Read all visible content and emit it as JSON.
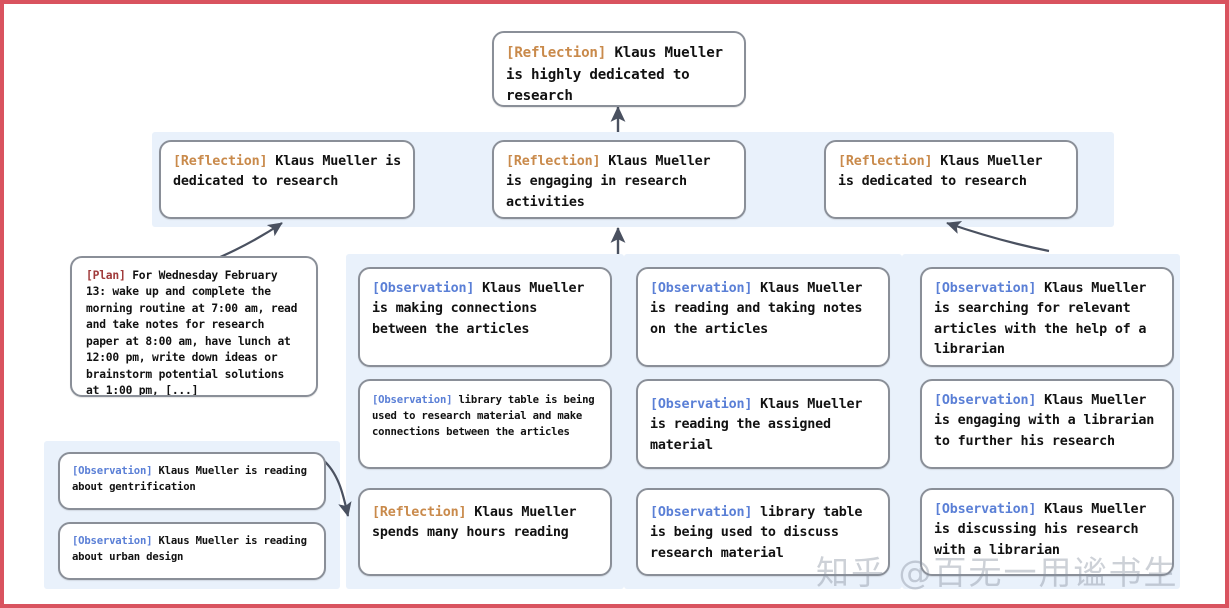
{
  "figure": {
    "title": "Agent memory reflection tree",
    "border_color": "#d9535f",
    "panel_color": "#e9f1fb",
    "node_border_color": "#8a8f98",
    "tag_colors": {
      "Reflection": "#c98a4b",
      "Observation": "#5a7fd6",
      "Plan": "#a03a3a"
    }
  },
  "watermark": {
    "text": "知乎 @百无一用谧书生"
  },
  "root": {
    "tag": "[Reflection]",
    "text": " Klaus Mueller is highly dedicated to research"
  },
  "level2": [
    {
      "tag": "[Reflection]",
      "text": " Klaus Mueller is dedicated to research"
    },
    {
      "tag": "[Reflection]",
      "text": " Klaus Mueller is engaging in research activities"
    },
    {
      "tag": "[Reflection]",
      "text": " Klaus Mueller is dedicated to research"
    }
  ],
  "plan_node": {
    "tag": "[Plan]",
    "text": " For Wednesday February 13: wake up and complete the morning routine at 7:00 am, read and take notes for research paper at 8:00 am, have lunch at 12:00 pm, write down ideas or brainstorm potential solutions at 1:00 pm, [...]"
  },
  "left_observations": [
    {
      "tag": "[Observation]",
      "text": " Klaus Mueller is reading about gentrification"
    },
    {
      "tag": "[Observation]",
      "text": " Klaus Mueller is reading about urban design"
    }
  ],
  "column_a": [
    {
      "tag": "[Observation]",
      "text": " Klaus Mueller is making connections between the articles"
    },
    {
      "tag": "[Observation]",
      "text": " library table is being used to research material and make connections between the articles"
    },
    {
      "tag": "[Reflection]",
      "text": " Klaus Mueller spends many hours reading"
    }
  ],
  "column_b": [
    {
      "tag": "[Observation]",
      "text": " Klaus Mueller is reading and taking notes on the articles"
    },
    {
      "tag": "[Observation]",
      "text": " Klaus Mueller is reading the assigned material"
    },
    {
      "tag": "[Observation]",
      "text": " library table is being used to discuss research material"
    }
  ],
  "column_c": [
    {
      "tag": "[Observation]",
      "text": " Klaus Mueller is searching for relevant articles with the help of a librarian"
    },
    {
      "tag": "[Observation]",
      "text": " Klaus Mueller is engaging with a librarian to further his research"
    },
    {
      "tag": "[Observation]",
      "text": " Klaus Mueller is discussing his research with a librarian"
    }
  ]
}
